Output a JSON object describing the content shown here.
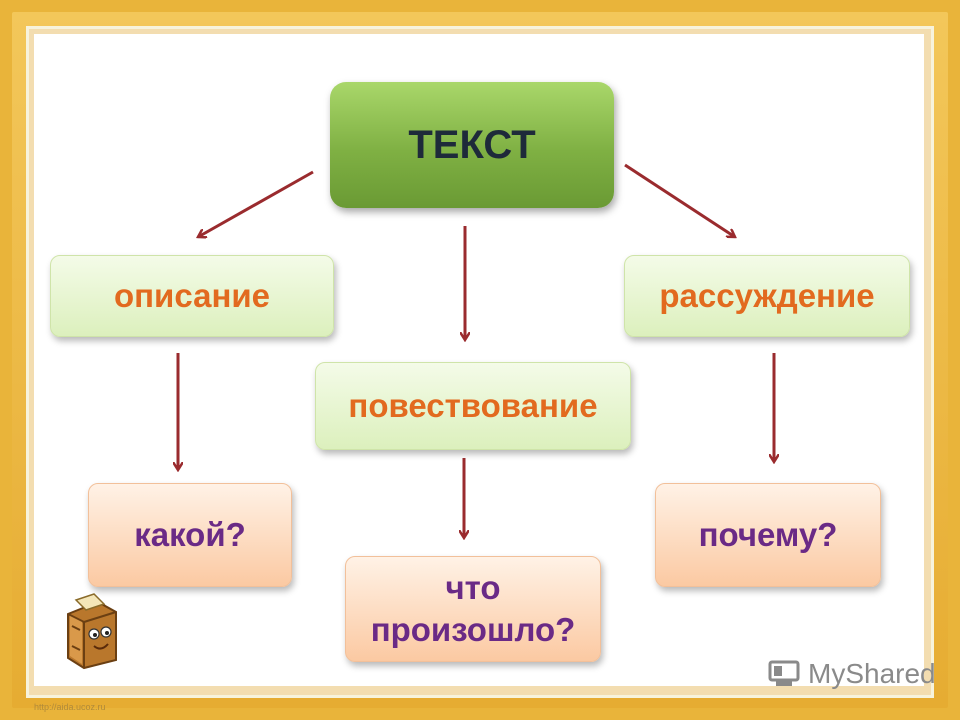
{
  "diagram": {
    "root": {
      "label": "ТЕКСТ"
    },
    "types": [
      {
        "label": "описание"
      },
      {
        "label": "повествование"
      },
      {
        "label": "рассуждение"
      }
    ],
    "questions": [
      {
        "label": "какой?"
      },
      {
        "label": "что произошло?"
      },
      {
        "label": "почему?"
      }
    ]
  },
  "colors": {
    "arrow": "#9a2b2e",
    "type_text": "#e26a1f",
    "question_text": "#6a2a86",
    "root_text": "#1e2a3a"
  },
  "icons": [
    "book-mascot-icon",
    "myshared-logo-icon"
  ],
  "watermark": {
    "text": "MyShared"
  },
  "source_url": "http://aida.ucoz.ru"
}
